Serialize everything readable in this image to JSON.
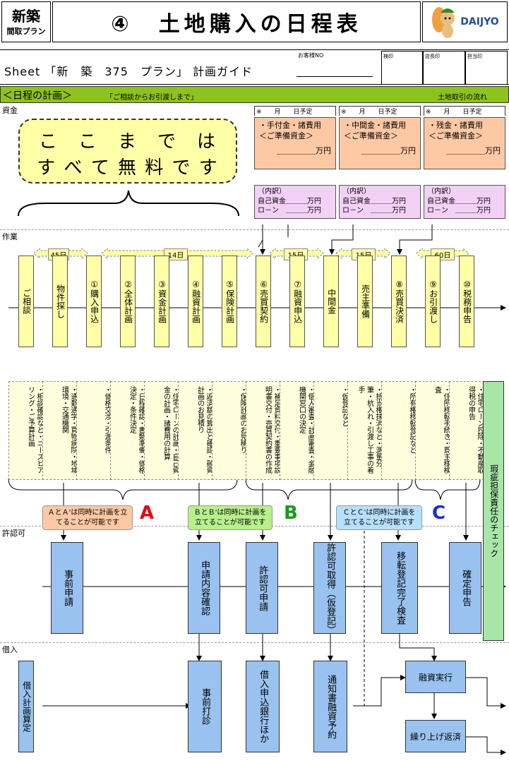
{
  "header": {
    "logo_top": "新築",
    "logo_bottom": "間取プラン",
    "title": "④　土地購入の日程表",
    "brand": "DAIJYO"
  },
  "sheet": {
    "title": "Sheet 「新　築　375　プラン」 計画ガイド",
    "customer_no_label": "お客様NO",
    "stamps": [
      "検印",
      "店長印",
      "担当印"
    ]
  },
  "band": {
    "left": "＜日程の計画＞",
    "sub": "「ご相談からお引渡しまで」",
    "right": "土地取引の流れ"
  },
  "sections": {
    "funds": "資金",
    "work": "作業",
    "permit": "許認可",
    "loan": "借入"
  },
  "free_box": {
    "line1": "こ　こ　ま　で　は",
    "line2": "す べ て 無 料 で す"
  },
  "payments": [
    {
      "sched": "※　　月　　日予定",
      "title": "・手付金・諸費用",
      "sub": "＜ご準備資金＞",
      "amount": "＿＿＿＿＿万円",
      "breakdown": "（内訳）",
      "self": "自己資金＿＿＿万円",
      "loan": "ロ－ン　＿＿＿万円"
    },
    {
      "sched": "※　　月　　日予定",
      "title": "・中間金・諸費用",
      "sub": "＜ご準備資金＞",
      "amount": "＿＿＿＿＿万円",
      "breakdown": "（内訳）",
      "self": "自己資金＿＿＿万円",
      "loan": "ロ－ン　＿＿＿万円"
    },
    {
      "sched": "※　　月　　日予定",
      "title": "・残金・諸費用",
      "sub": "＜ご準備資金＞",
      "amount": "＿＿＿＿＿万円",
      "breakdown": "（内訳）",
      "self": "自己資金＿＿＿万円",
      "loan": "ロ－ン　＿＿＿万円"
    }
  ],
  "durations": [
    "45日",
    "14日",
    "15日",
    "15日",
    "60日"
  ],
  "steps": [
    "ご相談",
    "物件探し",
    "①購入申込",
    "②全体計画",
    "③資金計画",
    "④融資計画",
    "⑤保険計画",
    "⑥売買契約",
    "⑦融資申込",
    "中間金",
    "売主準備",
    "⑧売買決済",
    "⑨お引渡し",
    "⑩税務申告"
  ],
  "notes": [
    "・相談確認など・ニーズヒアリング・ご予算計画",
    "・通勤通学・買物病院・地域環境・交通機関",
    "・価格交渉・引渡条件",
    "・日程確認・書類準備・価格決定・条件決定",
    "・住宅ローンの計画・自己資金の計画・諸費用の計算",
    "・返済額の算出と確認・融資計画のお見積り",
    "・保険計画のお見積り",
    "・補足資料交付・重要事項説明書交付・売買契約書の作成",
    "・個人審査・計画審査・金融機関窓口の決定",
    "・仮登記など",
    "・抵当権抹消など・測量分筆・杭入れ・引渡し工事の着手",
    "・所有権移転登記など",
    "・住所移転手続き・買主様検査",
    "・住宅ローン控除・不動産取得税の申告"
  ],
  "warranty": "瑕疵担保責任のチェック",
  "callouts": [
    {
      "text": "ＡとＡ'は同時に計画を立てることが可能です",
      "letter": "A"
    },
    {
      "text": "ＢとＢ'は同時に計画を立てることが可能です",
      "letter": "B"
    },
    {
      "text": "ＣとＣ'は同時に計画を立てることが可能です",
      "letter": "C"
    }
  ],
  "permits": [
    "事前申請",
    "申請内容確認",
    "許認可申請",
    "許認可取得（仮登記）",
    "移転登記完了検査",
    "確定申告"
  ],
  "loans": [
    "借入計画算定",
    "事前打診",
    "借入申込銀行ほか",
    "通知書融資予約",
    "融資実行",
    "繰り上げ返済"
  ],
  "colors": {
    "green_band": "#8dc21f",
    "yellow": "#ffffa8",
    "blue": "#99c2f0",
    "orange": "#fdc8a4",
    "pink": "#f3d0f6",
    "red": "#e60012"
  }
}
